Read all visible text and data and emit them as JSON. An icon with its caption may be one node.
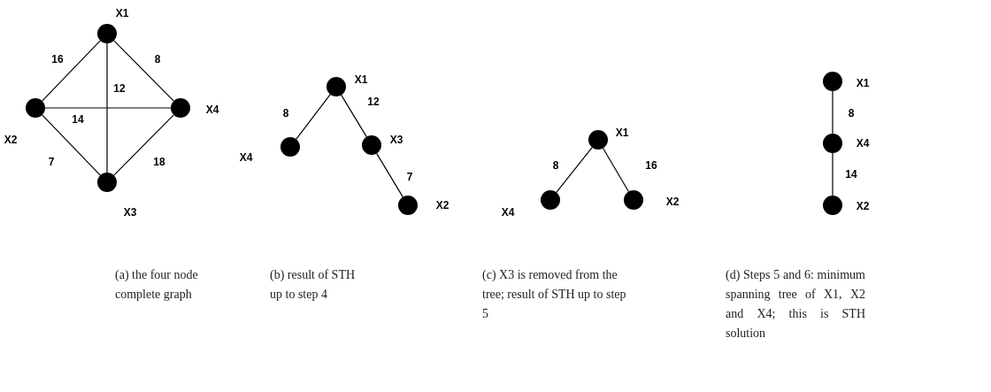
{
  "diagram": {
    "nodes": [
      {
        "text": [],
        "shape": "circle",
        "beside": [
          "X1"
        ]
      },
      {
        "text": [],
        "shape": "circle",
        "beside": [
          "X2"
        ]
      },
      {
        "text": [],
        "shape": "circle",
        "beside": [
          "X4"
        ]
      },
      {
        "text": [],
        "shape": "circle",
        "beside": [
          "X3"
        ]
      },
      {
        "text": [],
        "shape": "circle",
        "beside": [
          "X1"
        ]
      },
      {
        "text": [],
        "shape": "circle",
        "beside": [
          "X4"
        ]
      },
      {
        "text": [],
        "shape": "circle",
        "beside": [
          "X3"
        ]
      },
      {
        "text": [],
        "shape": "circle",
        "beside": [
          "X2"
        ]
      },
      {
        "text": [],
        "shape": "circle",
        "beside": [
          "X1"
        ]
      },
      {
        "text": [],
        "shape": "circle",
        "beside": [
          "X4"
        ]
      },
      {
        "text": [],
        "shape": "circle",
        "beside": [
          "X2"
        ]
      },
      {
        "text": [],
        "shape": "circle",
        "beside": [
          "X1"
        ]
      },
      {
        "text": [],
        "shape": "circle",
        "beside": [
          "X4"
        ]
      },
      {
        "text": [],
        "shape": "circle",
        "beside": [
          "X2"
        ]
      }
    ],
    "edges": [
      {
        "from": 0,
        "to": 1,
        "arrow": "none",
        "label": "16"
      },
      {
        "from": 0,
        "to": 2,
        "arrow": "none",
        "label": "8"
      },
      {
        "from": 0,
        "to": 3,
        "arrow": "none",
        "label": "12"
      },
      {
        "from": 1,
        "to": 2,
        "arrow": "none",
        "label": "14"
      },
      {
        "from": 1,
        "to": 3,
        "arrow": "none",
        "label": "7"
      },
      {
        "from": 2,
        "to": 3,
        "arrow": "none",
        "label": "18"
      },
      {
        "from": 4,
        "to": 5,
        "arrow": "none",
        "label": "8"
      },
      {
        "from": 4,
        "to": 6,
        "arrow": "none",
        "label": "12"
      },
      {
        "from": 6,
        "to": 7,
        "arrow": "none",
        "label": "7"
      },
      {
        "from": 8,
        "to": 9,
        "arrow": "none",
        "label": "8"
      },
      {
        "from": 8,
        "to": 10,
        "arrow": "none",
        "label": "16"
      },
      {
        "from": 11,
        "to": 12,
        "arrow": "none",
        "label": "8"
      },
      {
        "from": 12,
        "to": 13,
        "arrow": "none",
        "label": "14"
      }
    ],
    "labels": [
      "(a) the four node complete graph",
      "(b) result of STH up to step 4",
      "(c) X3 is removed from the tree; result of STH up to step 5",
      "(d) Steps 5 and 6: minimum spanning tree of X1, X2 and X4; this is STH solution"
    ]
  }
}
